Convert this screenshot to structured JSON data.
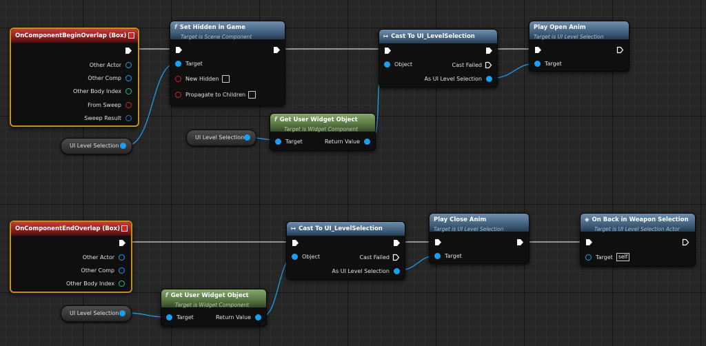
{
  "colors": {
    "exec_wire": "#d7d7d7",
    "object_wire": "#1e9ef0",
    "selection": "#c69018",
    "event_header": "#9a2626",
    "function_header": "#4a6a8a",
    "pure_header": "#5a7a46"
  },
  "icons": {
    "exec_pin": "exec-arrow-icon",
    "object_pin": "object-pin-icon",
    "function": "function-icon",
    "cast": "cast-icon",
    "event_box": "red-square-icon"
  },
  "row1": {
    "begin_overlap": {
      "title": "OnComponentBeginOverlap (Box)",
      "pins": [
        "Other Actor",
        "Other Comp",
        "Other Body Index",
        "From Sweep",
        "Sweep Result"
      ]
    },
    "set_hidden": {
      "fx": "f",
      "title": "Set Hidden in Game",
      "subtitle": "Target is Scene Component",
      "target": "Target",
      "new_hidden": "New Hidden",
      "propagate": "Propagate to Children"
    },
    "var_a": "UI Level Selection",
    "var_b": "UI Level Selection",
    "get_widget": {
      "fx": "f",
      "title": "Get User Widget Object",
      "subtitle": "Target is Widget Component",
      "target": "Target",
      "return_value": "Return Value"
    },
    "cast": {
      "icon": "↦",
      "title": "Cast To UI_LevelSelection",
      "object": "Object",
      "cast_failed": "Cast Failed",
      "as": "As UI Level Selection"
    },
    "play_open": {
      "title": "Play Open Anim",
      "subtitle": "Target is UI Level Selection",
      "target": "Target"
    }
  },
  "row2": {
    "end_overlap": {
      "title": "OnComponentEndOverlap (Box)",
      "pins": [
        "Other Actor",
        "Other Comp",
        "Other Body Index"
      ]
    },
    "var": "UI Level Selection",
    "get_widget": {
      "fx": "f",
      "title": "Get User Widget Object",
      "subtitle": "Target is Widget Component",
      "target": "Target",
      "return_value": "Return Value"
    },
    "cast": {
      "icon": "↦",
      "title": "Cast To UI_LevelSelection",
      "object": "Object",
      "cast_failed": "Cast Failed",
      "as": "As UI Level Selection"
    },
    "play_close": {
      "title": "Play Close Anim",
      "subtitle": "Target is UI Level Selection",
      "target": "Target"
    },
    "back_weapon": {
      "title": "On Back in Weapon Selection",
      "subtitle": "Target is UI Level Selection Actor",
      "target": "Target",
      "self_value": "self"
    }
  }
}
